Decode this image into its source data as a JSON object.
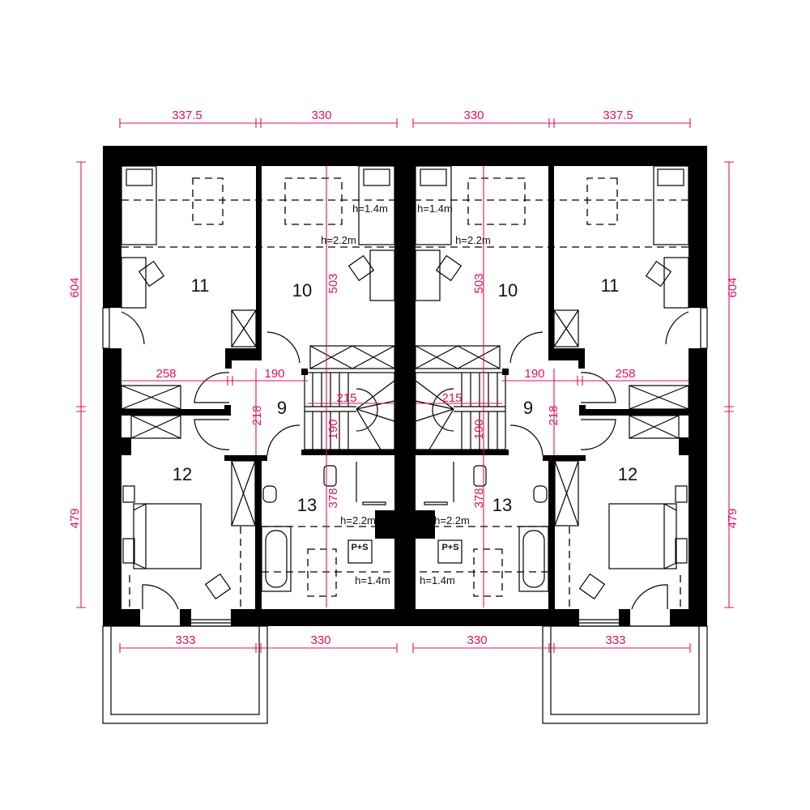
{
  "title": "Semi-detached house attic floor plan",
  "colors": {
    "walls": "#000000",
    "dimensions": "#e0115f",
    "background": "#ffffff"
  },
  "rooms": {
    "left": [
      {
        "number": "11"
      },
      {
        "number": "10"
      },
      {
        "number": "9"
      },
      {
        "number": "12"
      },
      {
        "number": "13"
      }
    ],
    "right": [
      {
        "number": "10"
      },
      {
        "number": "11"
      },
      {
        "number": "9"
      },
      {
        "number": "12"
      },
      {
        "number": "13"
      }
    ]
  },
  "dimensions": {
    "top": [
      "337.5",
      "330",
      "330",
      "337.5"
    ],
    "bottom": [
      "333",
      "330",
      "330",
      "333"
    ],
    "left": [
      "604",
      "479"
    ],
    "right": [
      "604",
      "479"
    ],
    "interior_left": {
      "corridor_a": "258",
      "corridor_b": "190",
      "hall_height": "218",
      "room10_depth": "503",
      "bath_depth": "378",
      "stair_width": "215",
      "stair_depth": "190"
    },
    "interior_right": {
      "corridor_a": "258",
      "corridor_b": "190",
      "hall_height": "218",
      "room10_depth": "503",
      "bath_depth": "378",
      "stair_width": "215",
      "stair_depth": "190"
    }
  },
  "height_labels": {
    "left": {
      "roof_low_top": "h=1.4m",
      "roof_high_top": "h=2.2m",
      "roof_high_bath": "h=2.2m",
      "roof_low_bath": "h=1.4m",
      "shaft": "P+S"
    },
    "right": {
      "roof_low_top": "h=1.4m",
      "roof_high_top": "h=2.2m",
      "roof_high_bath": "h=2.2m",
      "roof_low_bath": "h=1.4m",
      "shaft": "P+S"
    }
  }
}
